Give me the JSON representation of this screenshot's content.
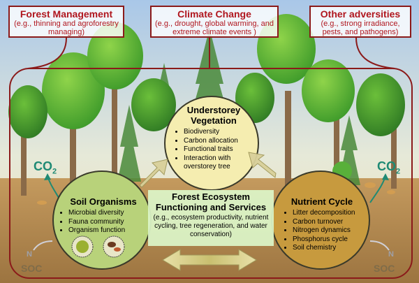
{
  "top_boxes": {
    "management": {
      "title": "Forest Management",
      "subtitle": "(e.g., thinning and agroforestry managing)"
    },
    "climate": {
      "title": "Climate Change",
      "subtitle": "(e.g., drought, global warming, and extreme climate events )"
    },
    "other": {
      "title": "Other adversities",
      "subtitle": "(e.g., strong irradiance, pests, and pathogens)"
    }
  },
  "understorey": {
    "title": "Understorey Vegetation",
    "items": [
      "Biodiversity",
      "Carbon allocation",
      "Functional traits",
      "Interaction with overstorey tree"
    ]
  },
  "soil": {
    "title": "Soil Organisms",
    "items": [
      "Microbial diversity",
      "Fauna community",
      "Organism function"
    ]
  },
  "nutrient": {
    "title": "Nutrient Cycle",
    "items": [
      "Litter decomposition",
      "Carbon turnover",
      "Nitrogen dynamics",
      "Phosphorus cycle",
      "Soil chemistry"
    ]
  },
  "center": {
    "title": "Forest Ecosystem Functioning and Services",
    "subtitle": "(e.g., ecosystem productivity, nutrient cycling, tree regeneration, and water conservation)"
  },
  "labels": {
    "co2": "CO",
    "co2_sub": "2",
    "n": "N",
    "soc": "SOC"
  },
  "colors": {
    "sky_top": "#a9c7e8",
    "ground": "#b08550",
    "frame": "#8b1a1a",
    "title_red": "#b0161e",
    "understorey_fill": "#f5edb0",
    "soil_fill": "#b8d27a",
    "nutrient_fill": "#c79a3e",
    "co2": "#1f8a74"
  }
}
